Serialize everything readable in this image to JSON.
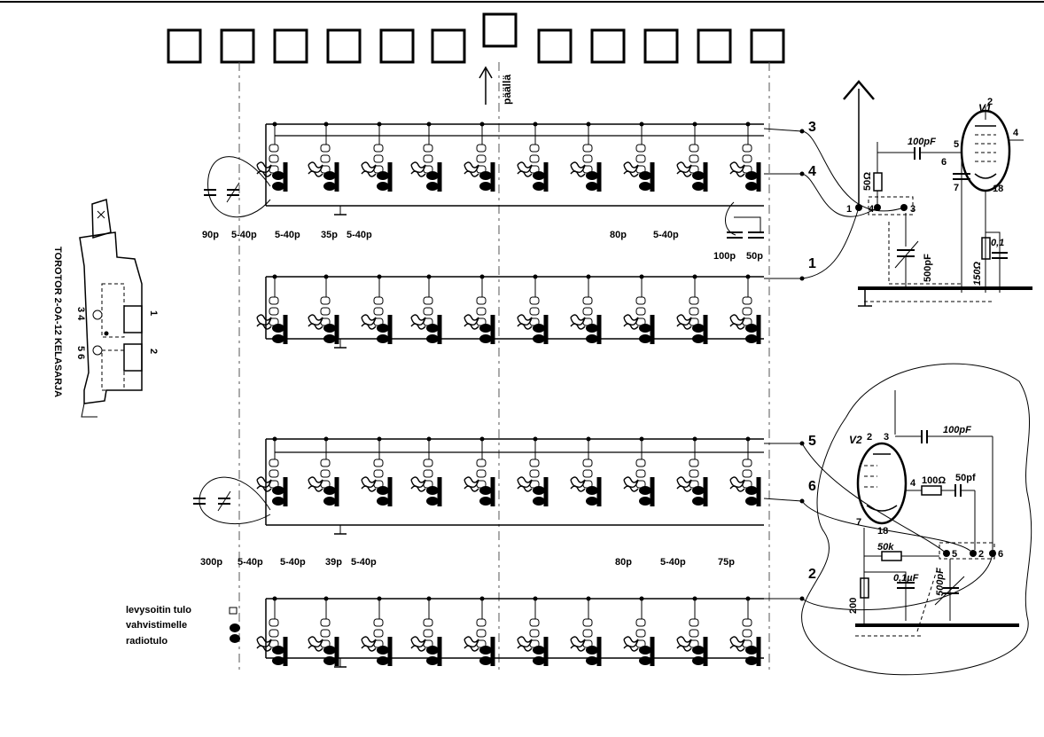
{
  "buttons_label": "päällä",
  "side_title": "TOROTOR 2-OA-12 KELASARJA",
  "side_terminals": {
    "t1": "1",
    "t2": "2",
    "t34": "3 4",
    "t56": "5 6"
  },
  "row1_caps": {
    "c1": "90p",
    "c2": "5-40p",
    "c3": "5-40p",
    "c4": "35p",
    "c5": "5-40p",
    "c6": "80p",
    "c7": "5-40p",
    "c8": "100p",
    "c9": "50p"
  },
  "row2_caps": {
    "c1": "300p",
    "c2": "5-40p",
    "c3": "5-40p",
    "c4": "39p",
    "c5": "5-40p",
    "c6": "80p",
    "c7": "5-40p",
    "c8": "75p"
  },
  "connectors": {
    "n1": "1",
    "n2": "2",
    "n3": "3",
    "n4": "4",
    "n5": "5",
    "n6": "6"
  },
  "inputs": {
    "l1": "levysoitin tulo",
    "l2": "vahvistimelle",
    "l3": "radiotulo"
  },
  "tube1": {
    "name": "V1",
    "pin2": "2",
    "pin4": "4",
    "pin5": "5",
    "pin6": "6",
    "pin7": "7",
    "pin18": "18",
    "cap_top": "100pF",
    "res_top": "50Ω",
    "cap_var": "500pF",
    "cap_bias": "0,1",
    "res_bias": "150Ω",
    "term1": "1",
    "term4": "4",
    "term3": "3"
  },
  "tube2": {
    "name": "V2",
    "pin2": "2",
    "pin3": "3",
    "pin4": "4",
    "pin7": "7",
    "pin18": "18",
    "cap_top": "100pF",
    "res_grid": "100Ω",
    "cap_grid": "50pf",
    "res_50k": "50k",
    "res_200": "200",
    "cap_bias": "0,1µF",
    "cap_var": "500pF",
    "term5": "5",
    "term2": "2",
    "term6": "6"
  }
}
